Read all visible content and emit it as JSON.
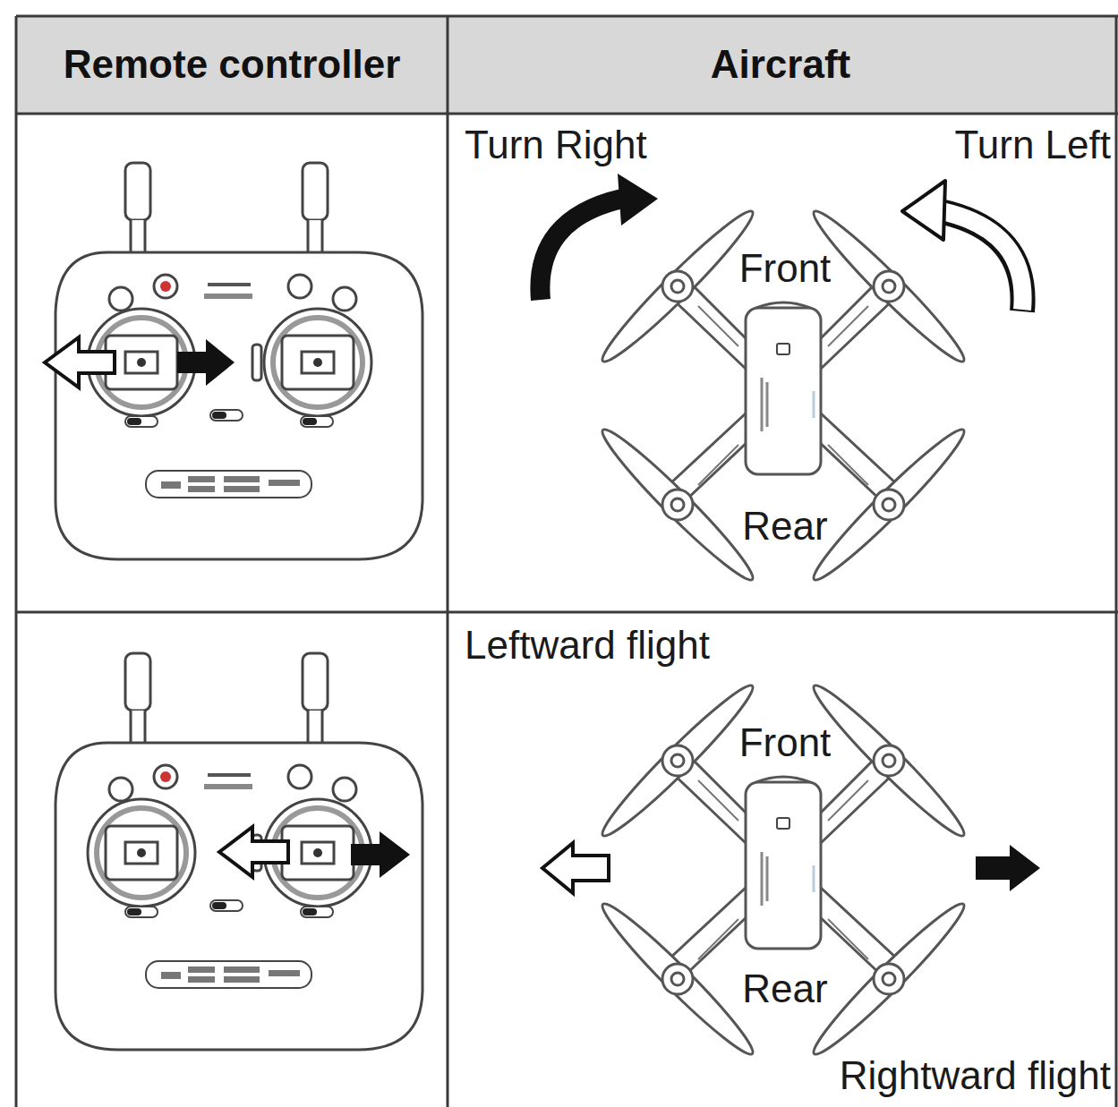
{
  "diagram": {
    "labels": [
      "Remote controller",
      "Aircraft",
      "Turn Right",
      "Front",
      "Turn Left",
      "Rear",
      "Leftward flight",
      "Front",
      "Rear",
      "Rightward flight"
    ]
  }
}
